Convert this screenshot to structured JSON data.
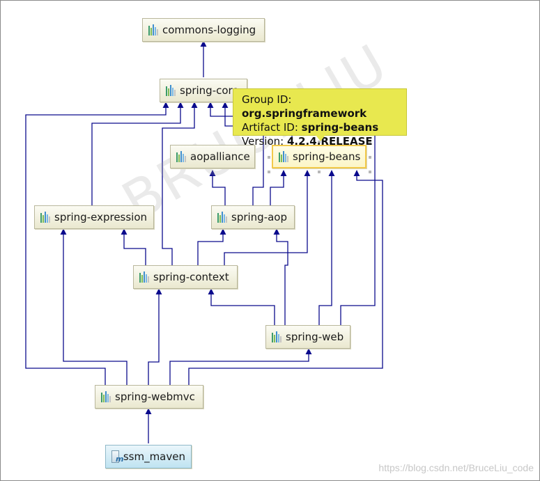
{
  "colors": {
    "edge": "#0a0a8c",
    "node_fill": "#efeed8",
    "selected_border": "#f2c94a",
    "tooltip_bg": "#e8e84f",
    "root_fill": "#cfe9f4",
    "library_icon_bars": [
      "#3b9b6a",
      "#7dbd57",
      "#3f8fce",
      "#7ab8e6",
      "#c4c4c4"
    ]
  },
  "nodes": [
    {
      "id": "commons-logging",
      "label": "commons-logging",
      "icon": "library-icon"
    },
    {
      "id": "spring-core",
      "label": "spring-core",
      "icon": "library-icon"
    },
    {
      "id": "aopalliance",
      "label": "aopalliance",
      "icon": "library-icon"
    },
    {
      "id": "spring-beans",
      "label": "spring-beans",
      "icon": "library-icon",
      "selected": true
    },
    {
      "id": "spring-expression",
      "label": "spring-expression",
      "icon": "library-icon"
    },
    {
      "id": "spring-aop",
      "label": "spring-aop",
      "icon": "library-icon"
    },
    {
      "id": "spring-context",
      "label": "spring-context",
      "icon": "library-icon"
    },
    {
      "id": "spring-web",
      "label": "spring-web",
      "icon": "library-icon"
    },
    {
      "id": "spring-webmvc",
      "label": "spring-webmvc",
      "icon": "library-icon"
    },
    {
      "id": "ssm_maven",
      "label": "ssm_maven",
      "icon": "maven-module-icon"
    }
  ],
  "edges": [
    {
      "from": "spring-core",
      "to": "commons-logging"
    },
    {
      "from": "spring-beans",
      "to": "spring-core"
    },
    {
      "from": "spring-aop",
      "to": "spring-core"
    },
    {
      "from": "spring-aop",
      "to": "aopalliance"
    },
    {
      "from": "spring-aop",
      "to": "spring-beans"
    },
    {
      "from": "spring-expression",
      "to": "spring-core"
    },
    {
      "from": "spring-context",
      "to": "spring-core"
    },
    {
      "from": "spring-context",
      "to": "spring-expression"
    },
    {
      "from": "spring-context",
      "to": "spring-aop"
    },
    {
      "from": "spring-context",
      "to": "spring-beans"
    },
    {
      "from": "spring-web",
      "to": "spring-core"
    },
    {
      "from": "spring-web",
      "to": "spring-context"
    },
    {
      "from": "spring-web",
      "to": "spring-aop"
    },
    {
      "from": "spring-web",
      "to": "spring-beans"
    },
    {
      "from": "spring-webmvc",
      "to": "spring-core"
    },
    {
      "from": "spring-webmvc",
      "to": "spring-expression"
    },
    {
      "from": "spring-webmvc",
      "to": "spring-context"
    },
    {
      "from": "spring-webmvc",
      "to": "spring-web"
    },
    {
      "from": "spring-webmvc",
      "to": "spring-beans"
    },
    {
      "from": "ssm_maven",
      "to": "spring-webmvc"
    }
  ],
  "tooltip": {
    "group_label": "Group ID: ",
    "group_value": "org.springframework",
    "artifact_label": "Artifact ID: ",
    "artifact_value": "spring-beans",
    "version_label": "Version: ",
    "version_value": "4.2.4.RELEASE"
  },
  "watermark": "BRUCELIU",
  "credit": "https://blog.csdn.net/BruceLiu_code"
}
